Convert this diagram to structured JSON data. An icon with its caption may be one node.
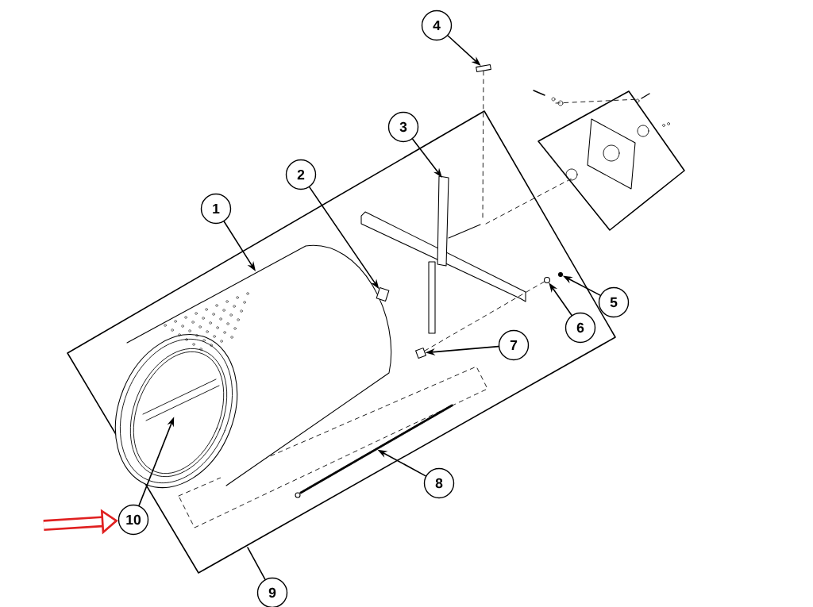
{
  "diagram": {
    "nodes": [
      {
        "text": [
          "1"
        ]
      },
      {
        "text": [
          "2"
        ]
      },
      {
        "text": [
          "3"
        ]
      },
      {
        "text": [
          "4"
        ]
      },
      {
        "text": [
          "5"
        ]
      },
      {
        "text": [
          "6"
        ]
      },
      {
        "text": [
          "7"
        ]
      },
      {
        "text": [
          "8"
        ]
      },
      {
        "text": [
          "9"
        ]
      },
      {
        "text": [
          "10"
        ]
      },
      {
        "text": [],
        "shape": "picture"
      },
      {
        "text": [],
        "shape": "box"
      },
      {
        "text": [],
        "shape": "picture"
      },
      {
        "text": [],
        "shape": "box"
      },
      {
        "text": [],
        "shape": "circle"
      },
      {
        "text": [],
        "shape": "circle"
      },
      {
        "text": [],
        "shape": "box"
      },
      {
        "text": [],
        "shape": "bar"
      },
      {
        "text": [],
        "shape": "picture",
        "in": 10
      },
      {
        "text": [],
        "shape": "picture"
      }
    ],
    "edges": [
      {
        "from": 0,
        "to": 10,
        "arrow": "to"
      },
      {
        "from": 1,
        "to": 11,
        "arrow": "to"
      },
      {
        "from": 2,
        "to": 12,
        "arrow": "to"
      },
      {
        "from": 3,
        "to": 13,
        "arrow": "to"
      },
      {
        "from": 4,
        "to": 14,
        "arrow": "to"
      },
      {
        "from": 5,
        "to": 15,
        "arrow": "to"
      },
      {
        "from": 6,
        "to": 16,
        "arrow": "to"
      },
      {
        "from": 7,
        "to": 17,
        "arrow": "to"
      },
      {
        "from": 8,
        "to": null,
        "arrow": "none"
      },
      {
        "from": 9,
        "to": 18,
        "arrow": "to"
      },
      {
        "from": null,
        "to": 9,
        "arrow": "to",
        "style": "thick",
        "color": "#e02020"
      },
      {
        "from": 13,
        "to": 12,
        "arrow": "none",
        "style": "dashed"
      },
      {
        "from": 12,
        "to": 19,
        "arrow": "none",
        "style": "dashed"
      },
      {
        "from": 16,
        "to": 15,
        "arrow": "none",
        "style": "dashed"
      }
    ]
  }
}
